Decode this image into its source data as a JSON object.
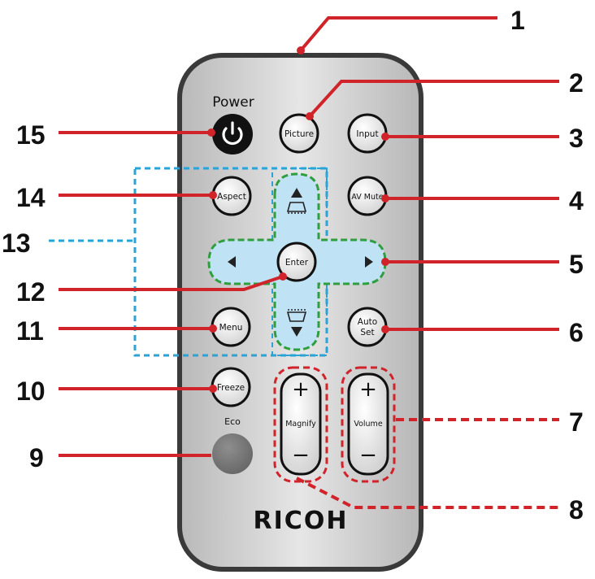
{
  "remote": {
    "brand": "RICOH",
    "power_label": "Power",
    "eco_label": "Eco",
    "buttons": {
      "picture": "Picture",
      "input": "Input",
      "aspect": "Aspect",
      "av_mute": "AV Mute",
      "enter": "Enter",
      "menu": "Menu",
      "auto_set_line1": "Auto",
      "auto_set_line2": "Set",
      "freeze": "Freeze",
      "magnify": "Magnify",
      "volume": "Volume",
      "plus": "+",
      "minus": "−"
    }
  },
  "callouts": [
    "1",
    "2",
    "3",
    "4",
    "5",
    "6",
    "7",
    "8",
    "9",
    "10",
    "11",
    "12",
    "13",
    "14",
    "15"
  ],
  "colors": {
    "callout_line": "#d0232a",
    "dpad_highlight": "#2e9e3e",
    "nav_group_box": "#2aa3d6",
    "remote_body": "#c9c9c9",
    "remote_border": "#3a3a3a"
  }
}
